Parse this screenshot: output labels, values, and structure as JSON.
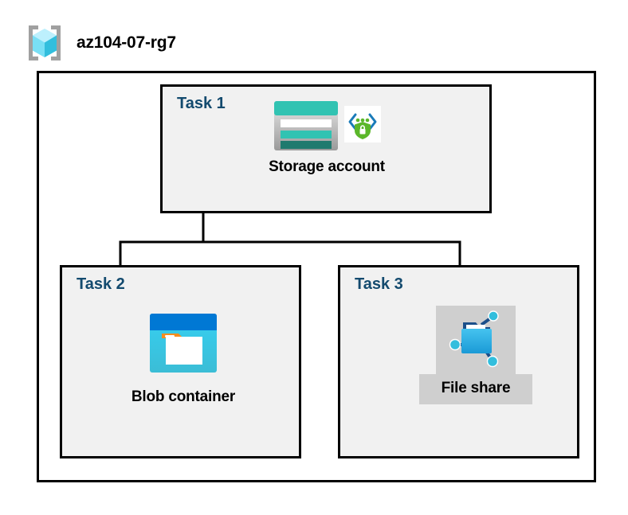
{
  "header": {
    "icon": "resource-group-icon",
    "title": "az104-07-rg7"
  },
  "diagram": {
    "container_name": "resource-group-boundary",
    "tasks": [
      {
        "label": "Task 1",
        "node_caption": "Storage account",
        "icons": [
          "storage-account-icon",
          "secure-endpoint-shield-icon"
        ],
        "highlighted": false
      },
      {
        "label": "Task 2",
        "node_caption": "Blob container",
        "icons": [
          "blob-container-icon"
        ],
        "highlighted": false
      },
      {
        "label": "Task 3",
        "node_caption": "File share",
        "icons": [
          "file-share-icon"
        ],
        "highlighted": true
      }
    ],
    "connections": [
      {
        "from": "Storage account",
        "to": "Blob container"
      },
      {
        "from": "Storage account",
        "to": "File share"
      }
    ]
  },
  "colors": {
    "task_label": "#134a6e",
    "box_fill": "#f1f1f1",
    "box_border": "#000000",
    "highlight": "#cfcfcf",
    "storage_teal": "#31c3b2",
    "storage_teal_dark": "#1f7a6e",
    "blob_blue": "#0078d4",
    "blob_cyan": "#32bedd",
    "blob_orange": "#f78d1e",
    "file_share_blue": "#32b0e7",
    "shield_green": "#5bb72a",
    "cube_cyan": "#50e6ff"
  }
}
